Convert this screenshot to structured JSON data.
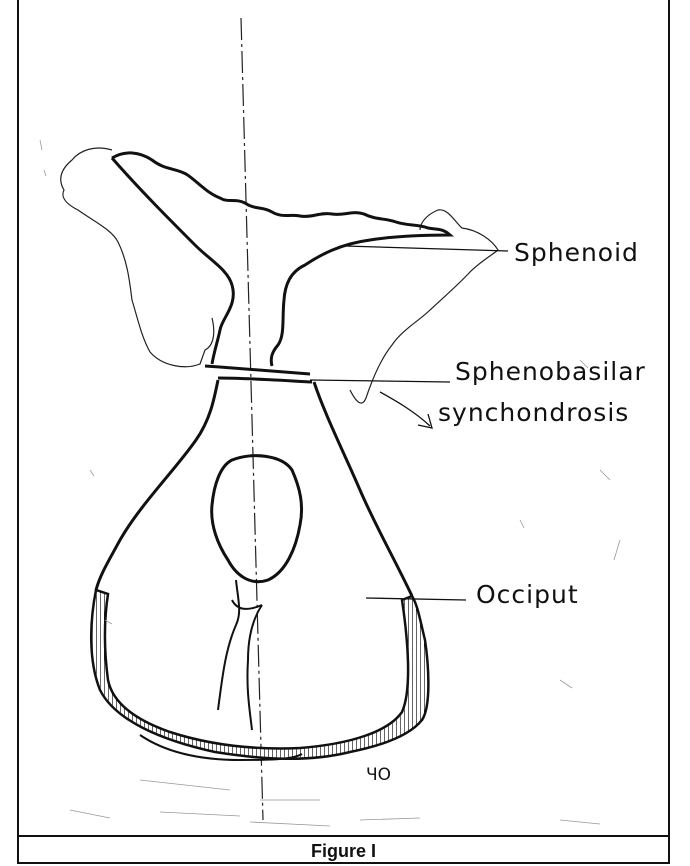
{
  "figure": {
    "labels": {
      "sphenoid": "Sphenoid",
      "synchondrosis_line1": "Sphenobasilar",
      "synchondrosis_line2": "synchondrosis",
      "occiput": "Occiput"
    },
    "initials": "ЧО",
    "caption": "Figure I"
  },
  "colors": {
    "ink": "#111111",
    "background": "#ffffff"
  }
}
